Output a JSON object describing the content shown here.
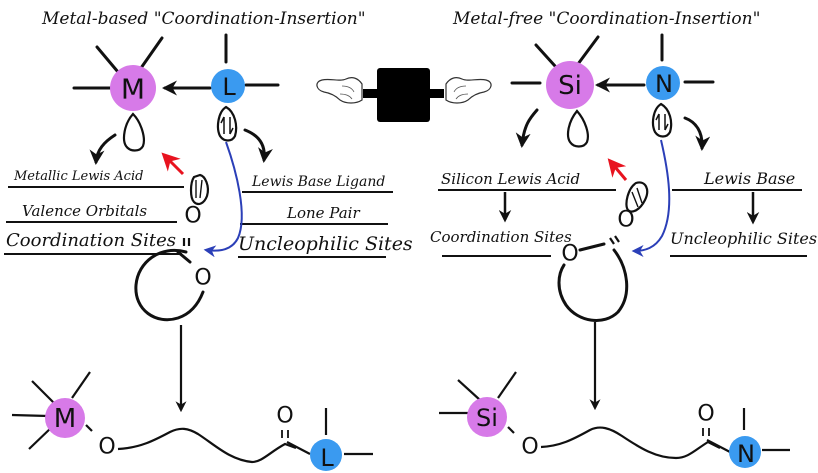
{
  "colors": {
    "metal_atom": "#d77ae8",
    "ligand_atom": "#3a9af0",
    "nucleophilic_arrow": "#2b3fb8",
    "electrophilic_arrow": "#e8131f",
    "ink": "#111111"
  },
  "left_panel": {
    "title": "Metal-based \"Coordination-Insertion\"",
    "acid_atom": "M",
    "base_atom": "L",
    "acid_labels": [
      "Metallic Lewis Acid",
      "Valence Orbitals",
      "Coordination Sites"
    ],
    "base_labels": [
      "Lewis Base Ligand",
      "Lone Pair",
      "Uncleophilic Sites"
    ],
    "monomer_atoms": [
      "O",
      "O"
    ],
    "product": {
      "start_atom": "M",
      "ester_oxygen": "O",
      "carbonyl_oxygen": "O",
      "end_atom": "L"
    }
  },
  "right_panel": {
    "title": "Metal-free \"Coordination-Insertion\"",
    "acid_atom": "Si",
    "base_atom": "N",
    "acid_labels": [
      "Silicon Lewis Acid",
      "Coordination Sites"
    ],
    "base_labels": [
      "Lewis Base",
      "Uncleophilic Sites"
    ],
    "monomer_atoms": [
      "O",
      "O"
    ],
    "product": {
      "start_atom": "Si",
      "ester_oxygen": "O",
      "carbonyl_oxygen": "O",
      "end_atom": "N"
    }
  },
  "center": {
    "icon": "pointing-hands-icon"
  }
}
